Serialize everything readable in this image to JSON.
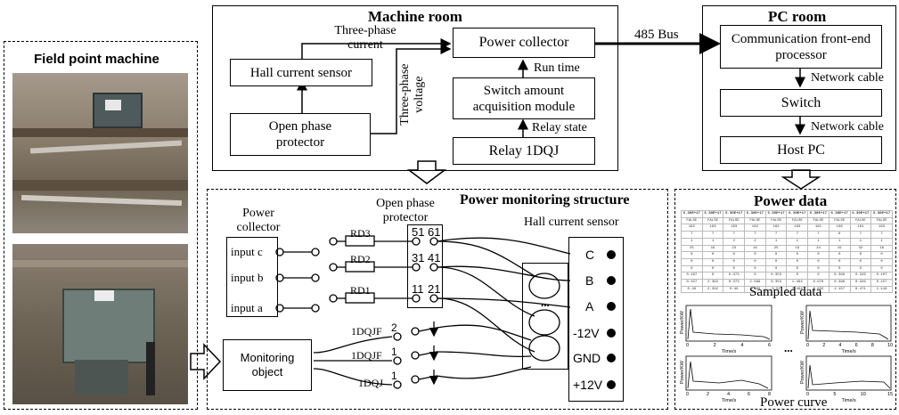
{
  "field": {
    "title": "Field point machine"
  },
  "machine_room": {
    "title": "Machine room",
    "hall_sensor": "Hall current sensor",
    "open_phase": "Open phase protector",
    "power_collector": "Power collector",
    "switch_module": "Switch amount acquisition module",
    "relay": "Relay 1DQJ",
    "three_phase_current": "Three-phase current",
    "three_phase_voltage": "Three-phase voltage",
    "run_time": "Run time",
    "relay_state": "Relay state"
  },
  "bus_label": "485 Bus",
  "pc_room": {
    "title": "PC room",
    "comm": "Communication front-end processor",
    "switch": "Switch",
    "host": "Host PC",
    "network_cable_1": "Network cable",
    "network_cable_2": "Network cable"
  },
  "structure": {
    "title": "Power monitoring structure",
    "power_collector": "Power collector",
    "open_phase_protector": "Open phase protector",
    "hall_sensor": "Hall current sensor",
    "inputs": [
      "input c",
      "input b",
      "input a"
    ],
    "resistors": [
      "RD3",
      "RD2",
      "RD1"
    ],
    "terminals_left": [
      "51",
      "31",
      "11"
    ],
    "terminals_right": [
      "61",
      "41",
      "21"
    ],
    "sensor_terminals": [
      "C",
      "B",
      "A",
      "-12V",
      "GND",
      "+12V"
    ],
    "dots": "...",
    "monitoring_object": "Monitoring object",
    "relays": [
      "1DQJF",
      "1DQJF",
      "1DQJ"
    ],
    "relay_numbers": [
      "2",
      "1",
      "1"
    ]
  },
  "power_data": {
    "title": "Power data",
    "sampled": "Sampled data",
    "curve": "Power curve",
    "ylabel": "Power/KW",
    "xlabel": "Time/s",
    "dots": "...",
    "table_header": [
      "6.30E+17",
      "6.30E+17",
      "6.30E+17",
      "6.30E+17",
      "6.30E+17",
      "6.30E+17",
      "6.30E+17",
      "6.30E+17",
      "6.30E+17",
      "6.30E+17"
    ],
    "table_rows": [
      [
        "FALSE",
        "FALSE",
        "FALSE",
        "FALSE",
        "FALSE",
        "FALSE",
        "FALSE",
        "FALSE",
        "FALSE",
        "FALSE"
      ],
      [
        "162",
        "163",
        "163",
        "162",
        "162",
        "163",
        "161",
        "166",
        "161",
        "163"
      ],
      [
        "7",
        "7",
        "7",
        "7",
        "7",
        "7",
        "7",
        "6",
        "7",
        "7"
      ],
      [
        "1",
        "1",
        "2",
        "2",
        "1",
        "1",
        "1",
        "1",
        "1",
        "1"
      ],
      [
        "25",
        "16",
        "23",
        "19",
        "25",
        "19",
        "24",
        "19",
        "32",
        "16"
      ],
      [
        "0",
        "0",
        "0",
        "0",
        "0",
        "0",
        "0",
        "0",
        "0",
        "0"
      ],
      [
        "0",
        "0",
        "0",
        "0",
        "0",
        "0",
        "0",
        "0",
        "0",
        "0"
      ],
      [
        "0",
        "0",
        "0",
        "0",
        "0",
        "0",
        "0",
        "0",
        "0",
        "0"
      ],
      [
        "0.197",
        "0",
        "0.373",
        "0",
        "0.353",
        "0",
        "0",
        "0.396",
        "0.326",
        "0.107"
      ],
      [
        "0.157",
        "2.362",
        "0.373",
        "2.569",
        "0.353",
        "1.494",
        "0.976",
        "0.396",
        "0.326",
        "0.157"
      ],
      [
        "0.49",
        "2.392",
        "0.49",
        "2.569",
        "0.51",
        "1.494",
        "0.632",
        "1.157",
        "0.471",
        "1.118"
      ]
    ],
    "plots": [
      {
        "x_ticks": [
          "0",
          "2",
          "4",
          "6"
        ]
      },
      {
        "x_ticks": [
          "0",
          "2",
          "4",
          "6",
          "8",
          "10"
        ]
      },
      {
        "x_ticks": [
          "0",
          "2",
          "4",
          "6",
          "8"
        ]
      },
      {
        "x_ticks": [
          "0",
          "5",
          "10",
          "15"
        ]
      }
    ]
  }
}
